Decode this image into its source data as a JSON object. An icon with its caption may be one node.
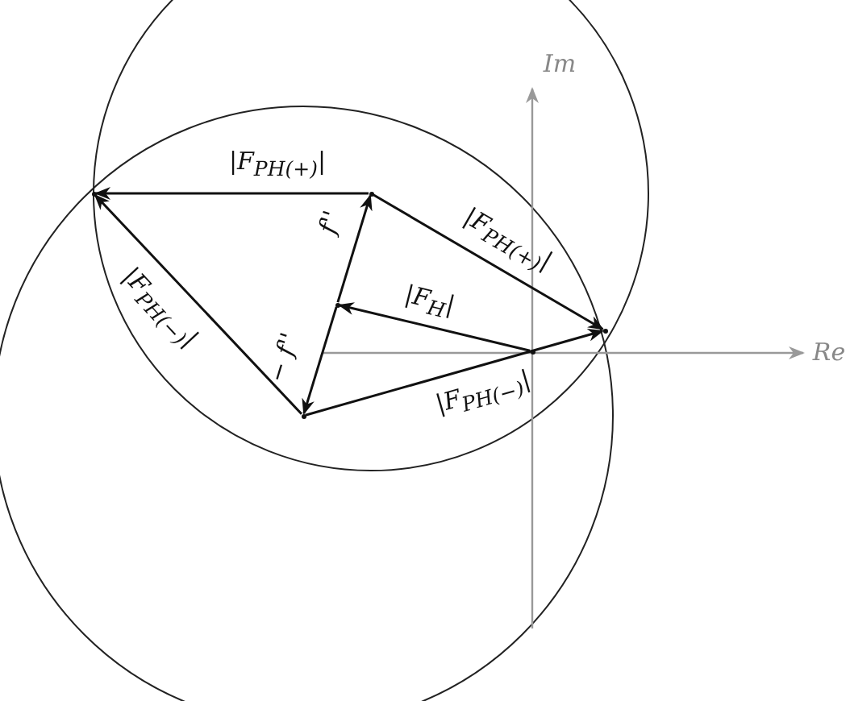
{
  "diagram": {
    "nodes": [
      {
        "text": [],
        "shape": "point"
      },
      {
        "text": [],
        "shape": "point"
      },
      {
        "text": [],
        "shape": "point"
      },
      {
        "text": [],
        "shape": "point"
      },
      {
        "text": [],
        "shape": "point"
      },
      {
        "text": [],
        "shape": "point"
      }
    ],
    "edges": [
      {
        "from": 3,
        "to": 0,
        "arrow": "to",
        "label": "|F$_{PH(+)}$|"
      },
      {
        "from": 3,
        "to": 5,
        "arrow": "to",
        "label": "|F$_{PH(+)}$|"
      },
      {
        "from": 1,
        "to": 0,
        "arrow": "to",
        "label": "|F$_{PH(−)}$|"
      },
      {
        "from": 1,
        "to": 5,
        "arrow": "to",
        "label": "|F$_{PH(−)}$|"
      },
      {
        "from": 2,
        "to": 3,
        "arrow": "to",
        "label": "f''"
      },
      {
        "from": 2,
        "to": 1,
        "arrow": "to",
        "label": "− f''"
      },
      {
        "from": 4,
        "to": 2,
        "arrow": "to",
        "label": "|F$_{H}$|"
      }
    ],
    "labels": [
      "Im",
      "Re"
    ]
  }
}
